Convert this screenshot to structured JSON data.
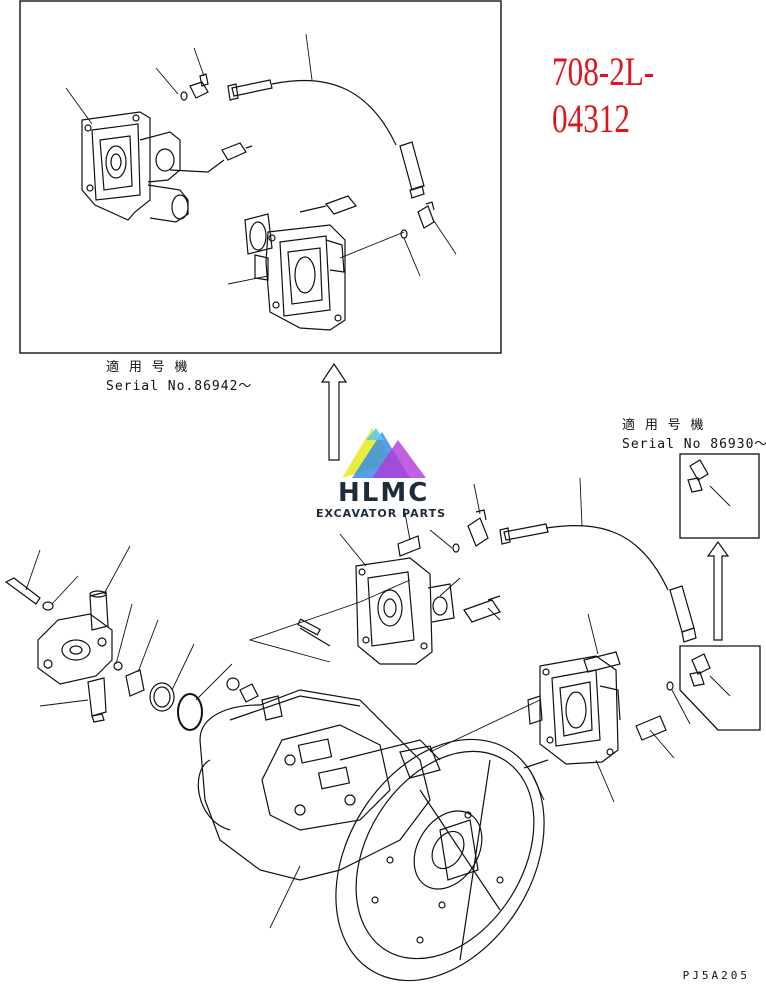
{
  "part_number": "708-2L-04312",
  "inset_top": {
    "serial_jp": "適 用 号 機",
    "serial_text": "Serial No.86942～"
  },
  "inset_right": {
    "serial_jp": "適 用 号 機",
    "serial_text": "Serial No 86930～"
  },
  "watermark": {
    "brand": "HLMC",
    "tagline": "EXCAVATOR PARTS"
  },
  "sheet_code": "PJ5A205"
}
